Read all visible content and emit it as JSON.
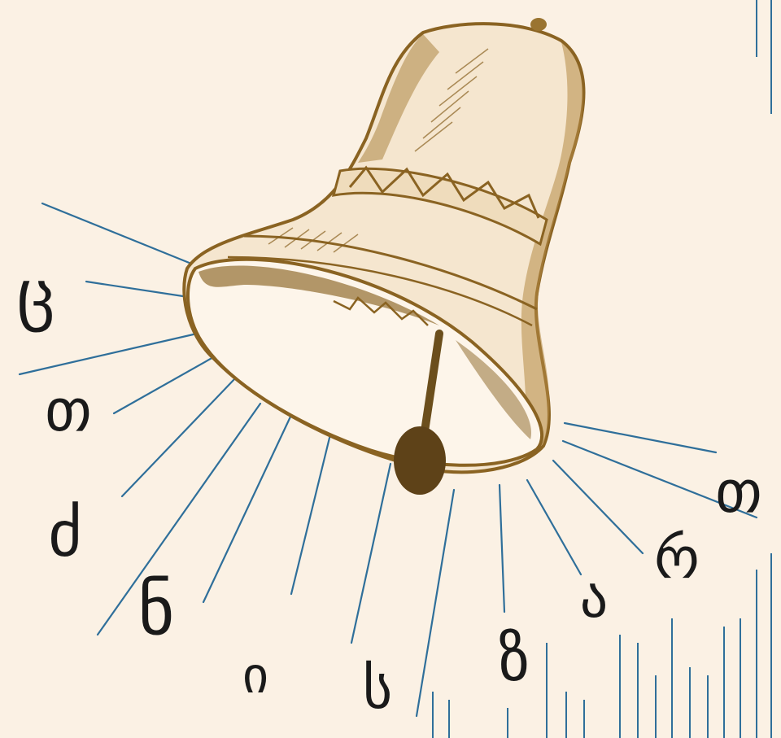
{
  "colors": {
    "background": "#fbf1e4",
    "bell": "#9a7430",
    "bell_dark": "#6b4e1c",
    "bell_fill": "#f7e9d6",
    "clapper": "#5e4218",
    "rays": "#2f6f9a",
    "letters": "#1a1a1a"
  },
  "letters": [
    {
      "id": "ts",
      "char": "ც"
    },
    {
      "id": "t",
      "char": "თ"
    },
    {
      "id": "dz",
      "char": "ძ"
    },
    {
      "id": "n",
      "char": "ნ"
    },
    {
      "id": "i",
      "char": "ი"
    },
    {
      "id": "s",
      "char": "ს"
    },
    {
      "id": "z",
      "char": "ზ"
    },
    {
      "id": "a",
      "char": "ა"
    },
    {
      "id": "r",
      "char": "რ"
    },
    {
      "id": "t2",
      "char": "თ"
    }
  ]
}
